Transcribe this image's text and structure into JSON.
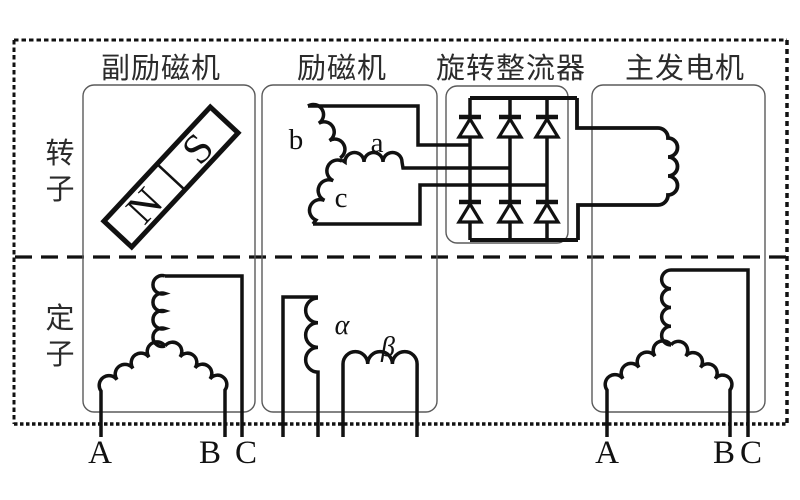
{
  "diagram": {
    "title_row": {
      "columns": [
        {
          "label": "副励磁机"
        },
        {
          "label": "励磁机"
        },
        {
          "label": "旋转整流器"
        },
        {
          "label": "主发电机"
        }
      ]
    },
    "row_labels": [
      {
        "label": "转子"
      },
      {
        "label": "定子"
      }
    ],
    "pilot_exciter": {
      "magnet": {
        "north": "N",
        "south": "S"
      },
      "stator_terminals": {
        "a": "A",
        "b": "B",
        "c": "C"
      }
    },
    "exciter": {
      "rotor_phases": {
        "a": "a",
        "b": "b",
        "c": "c"
      },
      "stator_windings": {
        "alpha": "α",
        "beta": "β"
      }
    },
    "main_generator": {
      "stator_terminals": {
        "a": "A",
        "b": "B",
        "c": "C"
      }
    },
    "colors": {
      "line": "#111111",
      "box_border": "#5a5a5a",
      "background": "#ffffff",
      "text": "#1a1a1a"
    }
  }
}
